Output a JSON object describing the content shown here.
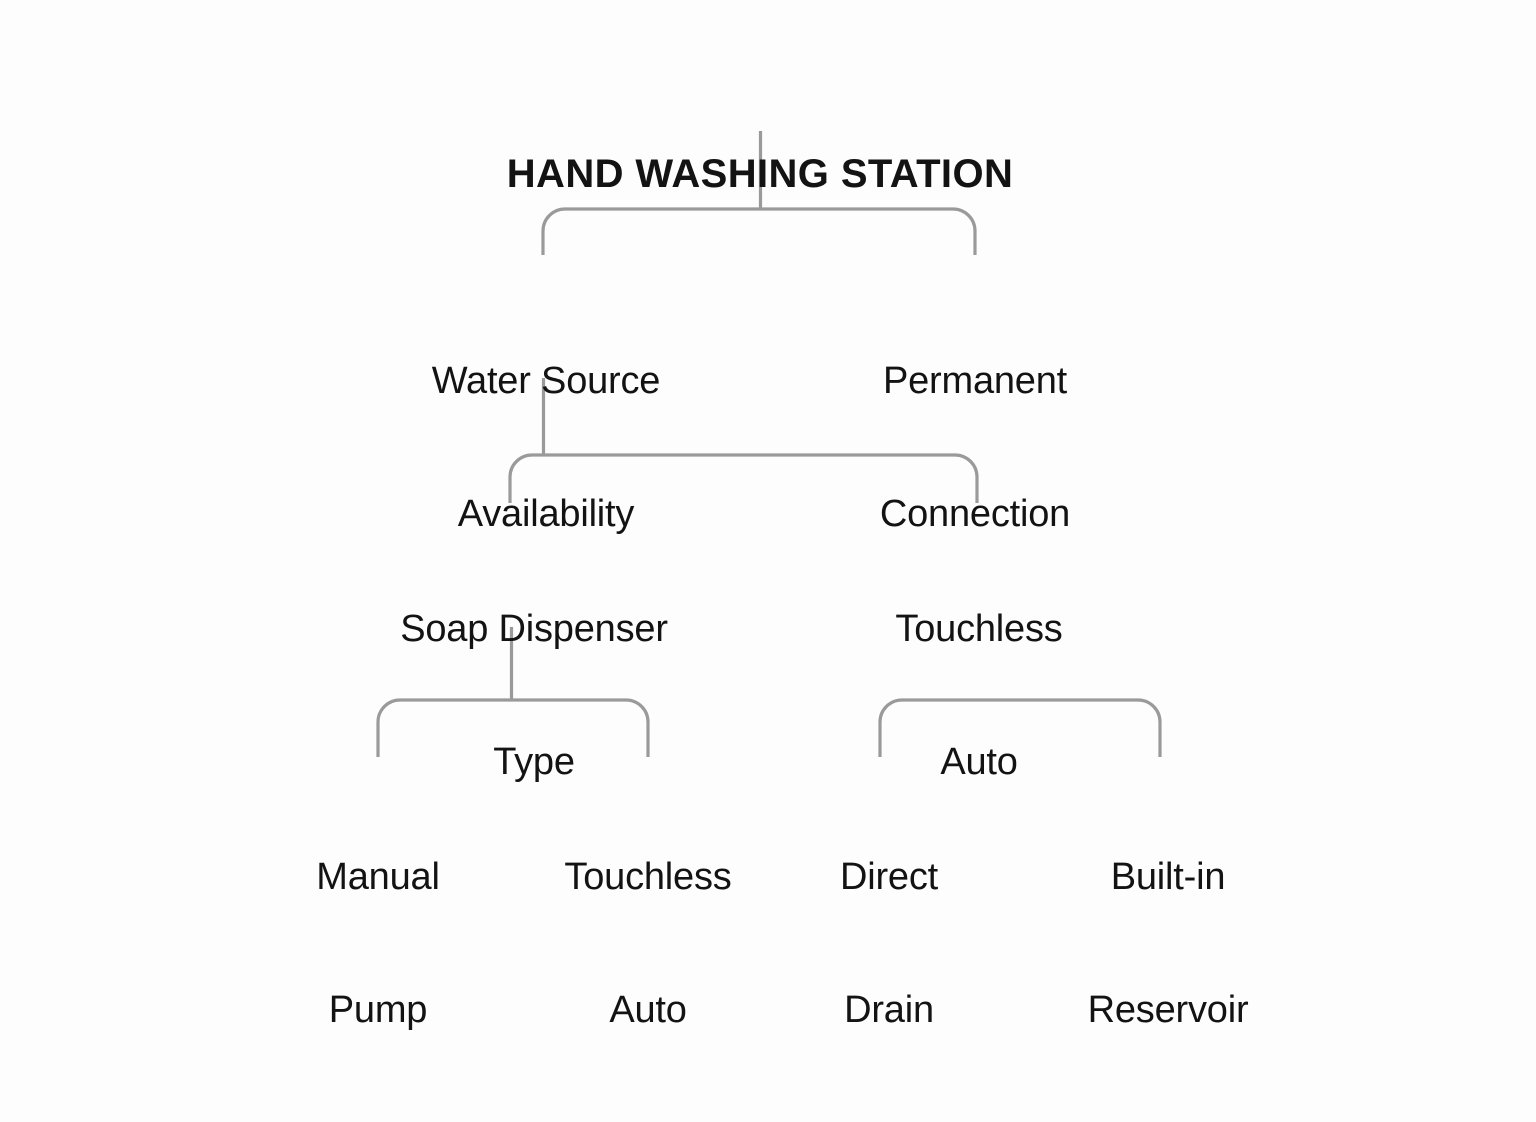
{
  "diagram": {
    "title": "HAND WASHING STATION",
    "type": "hierarchy-tree",
    "background_color": "#fdfdfd",
    "text_color": "#131313",
    "connector_color": "#9a9a9a",
    "levels": [
      {
        "level": 1,
        "nodes": [
          {
            "id": "root",
            "label": "HAND WASHING STATION",
            "lines": [
              "HAND WASHING STATION"
            ]
          }
        ]
      },
      {
        "level": 2,
        "nodes": [
          {
            "id": "water-source-availability",
            "label": "Water Source Availability",
            "lines": [
              "Water Source",
              "Availability"
            ]
          },
          {
            "id": "permanent-connection",
            "label": "Permanent Connection",
            "lines": [
              "Permanent",
              "Connection"
            ]
          }
        ]
      },
      {
        "level": 3,
        "nodes": [
          {
            "id": "soap-dispenser-type",
            "label": "Soap Dispenser Type",
            "lines": [
              "Soap Dispenser",
              "Type"
            ]
          },
          {
            "id": "touchless-auto-mid",
            "label": "Touchless Auto",
            "lines": [
              "Touchless",
              "Auto"
            ]
          }
        ]
      },
      {
        "level": 4,
        "nodes": [
          {
            "id": "manual-pump",
            "label": "Manual Pump",
            "lines": [
              "Manual",
              "Pump"
            ]
          },
          {
            "id": "touchless-auto-leaf",
            "label": "Touchless Auto",
            "lines": [
              "Touchless",
              "Auto"
            ]
          },
          {
            "id": "direct-drain",
            "label": "Direct Drain",
            "lines": [
              "Direct",
              "Drain"
            ]
          },
          {
            "id": "built-in-reservoir",
            "label": "Built-in Reservoir",
            "lines": [
              "Built-in",
              "Reservoir"
            ]
          }
        ]
      }
    ],
    "edges": [
      {
        "from": "root",
        "to": "water-source-availability"
      },
      {
        "from": "root",
        "to": "permanent-connection"
      },
      {
        "from": "water-source-availability",
        "to": "soap-dispenser-type"
      },
      {
        "from": "water-source-availability",
        "to": "touchless-auto-mid"
      },
      {
        "from": "soap-dispenser-type",
        "to": "manual-pump"
      },
      {
        "from": "soap-dispenser-type",
        "to": "touchless-auto-leaf"
      },
      {
        "from": null,
        "to": "direct-drain"
      },
      {
        "from": null,
        "to": "built-in-reservoir"
      }
    ]
  }
}
